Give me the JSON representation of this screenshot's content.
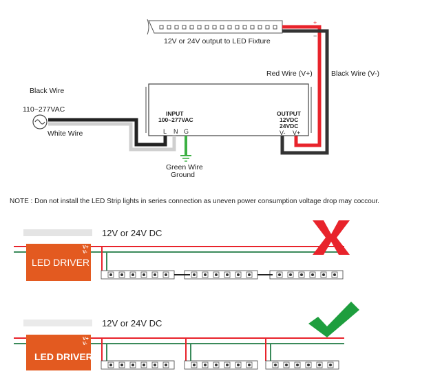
{
  "top": {
    "strip_label": "12V or 24V output to LED Fixture",
    "red_wire": "Red Wire (V+)",
    "black_wire_right": "Black Wire (V-)",
    "black_wire_left": "Black Wire",
    "input_voltage": "110~277VAC",
    "white_wire": "White Wire",
    "input_title": "INPUT",
    "input_range": "100~277VAC",
    "terminal_l": "L",
    "terminal_n": "N",
    "terminal_g": "G",
    "output_title": "OUTPUT",
    "output_12": "12VDC",
    "output_24": "24VDC",
    "terminal_vminus": "V-",
    "terminal_vplus": "V+",
    "green_wire": "Green Wire",
    "ground": "Ground",
    "plus_sign": "+",
    "minus_sign": "−"
  },
  "note": "NOTE  : Don not install the LED Strip lights in series connection as uneven power consumption voltage drop may coccour.",
  "wrong": {
    "dc_label": "12V or 24V DC",
    "driver_label": "LED DRIVER",
    "vplus": "V+",
    "vminus": "V-"
  },
  "right": {
    "dc_label": "12V or 24V DC",
    "driver_label": "LED DRIVER",
    "vplus": "V+",
    "vminus": "V-"
  },
  "colors": {
    "red": "#e8232b",
    "green": "#3a8a5a",
    "ground_green": "#3cb043",
    "driver_orange": "#e35a20",
    "cross": "#e8232b",
    "check": "#1e9e3e"
  },
  "icons": [
    "ac-source-icon",
    "ground-icon",
    "cross-icon",
    "check-icon"
  ]
}
